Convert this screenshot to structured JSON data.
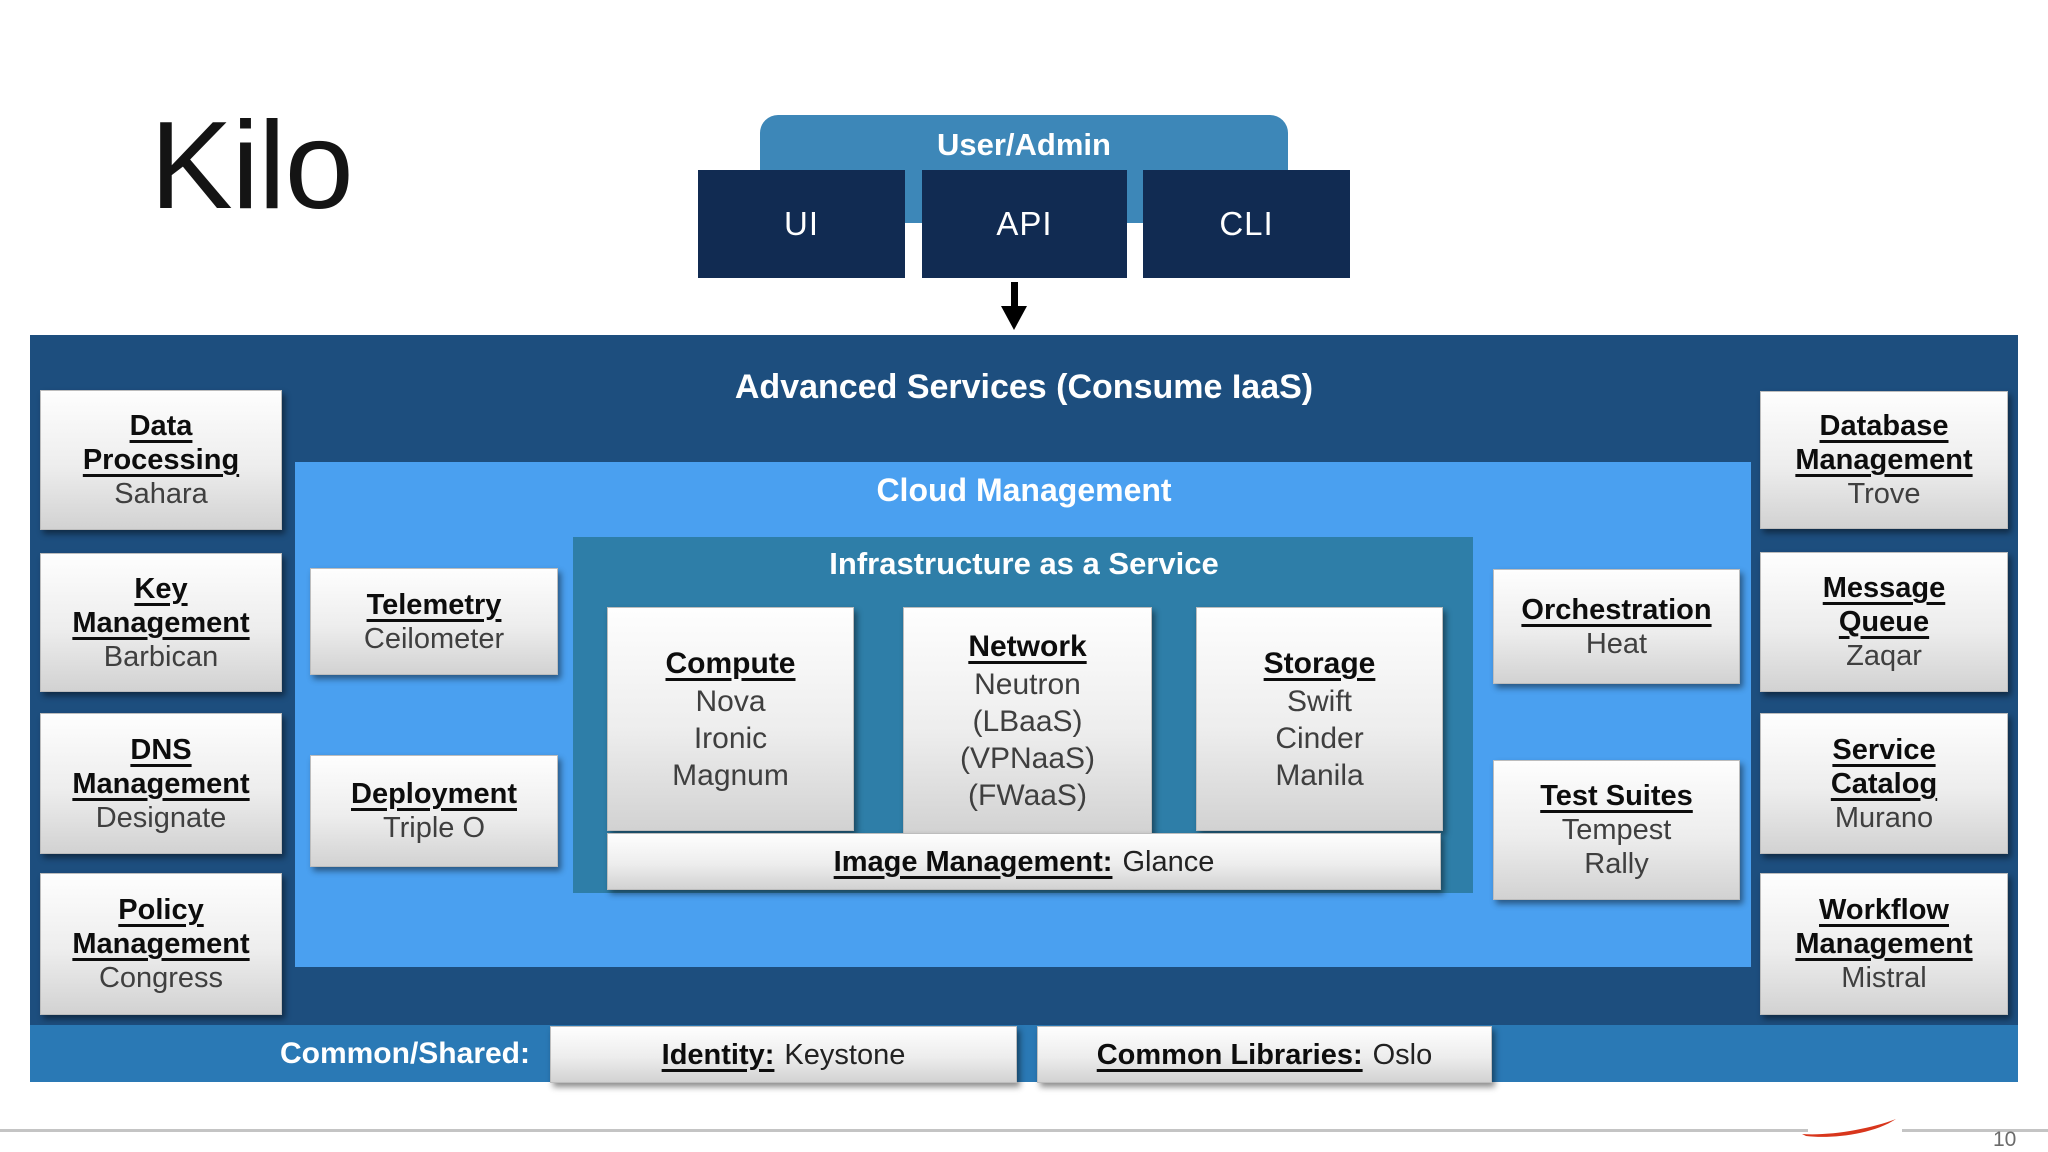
{
  "slide": {
    "title": "Kilo",
    "page_number": "10"
  },
  "top": {
    "group_label": "User/Admin",
    "access_boxes": [
      "UI",
      "API",
      "CLI"
    ]
  },
  "advanced_services": {
    "title": "Advanced Services (Consume IaaS)",
    "left_column": [
      {
        "heading": [
          "Data",
          "Processing"
        ],
        "sub": [
          "Sahara"
        ]
      },
      {
        "heading": [
          "Key",
          "Management"
        ],
        "sub": [
          "Barbican"
        ]
      },
      {
        "heading": [
          "DNS",
          "Management"
        ],
        "sub": [
          "Designate"
        ]
      },
      {
        "heading": [
          "Policy",
          "Management"
        ],
        "sub": [
          "Congress"
        ]
      }
    ],
    "right_column": [
      {
        "heading": [
          "Database",
          "Management"
        ],
        "sub": [
          "Trove"
        ]
      },
      {
        "heading": [
          "Message",
          "Queue"
        ],
        "sub": [
          "Zaqar"
        ]
      },
      {
        "heading": [
          "Service",
          "Catalog"
        ],
        "sub": [
          "Murano"
        ]
      },
      {
        "heading": [
          "Workflow",
          "Management"
        ],
        "sub": [
          "Mistral"
        ]
      }
    ]
  },
  "cloud_management": {
    "title": "Cloud Management",
    "left_boxes": [
      {
        "heading": [
          "Telemetry"
        ],
        "sub": [
          "Ceilometer"
        ]
      },
      {
        "heading": [
          "Deployment"
        ],
        "sub": [
          "Triple O"
        ]
      }
    ],
    "right_boxes": [
      {
        "heading": [
          "Orchestration"
        ],
        "sub": [
          "Heat"
        ]
      },
      {
        "heading": [
          "Test Suites"
        ],
        "sub": [
          "Tempest",
          "Rally"
        ]
      }
    ]
  },
  "iaas": {
    "title": "Infrastructure as a Service",
    "columns": [
      {
        "heading": "Compute",
        "items": [
          "Nova",
          "Ironic",
          "Magnum"
        ]
      },
      {
        "heading": "Network",
        "items": [
          "Neutron",
          "(LBaaS)",
          "(VPNaaS)",
          "(FWaaS)"
        ]
      },
      {
        "heading": "Storage",
        "items": [
          "Swift",
          "Cinder",
          "Manila"
        ]
      }
    ],
    "image_management": {
      "label": "Image Management:",
      "value": "Glance"
    }
  },
  "common_shared": {
    "label": "Common/Shared:",
    "items": [
      {
        "label": "Identity:",
        "value": "Keystone"
      },
      {
        "label": "Common Libraries:",
        "value": "Oslo"
      }
    ]
  },
  "colors": {
    "dark_navy": "#112b52",
    "main_blue": "#1d4e7e",
    "cloud_blue": "#4aa0f0",
    "iaas_blue": "#2e7ea8",
    "user_admin_blue": "#3d87b8",
    "bottom_bar_blue": "#2a79b5",
    "logo_red": "#d8361c"
  }
}
